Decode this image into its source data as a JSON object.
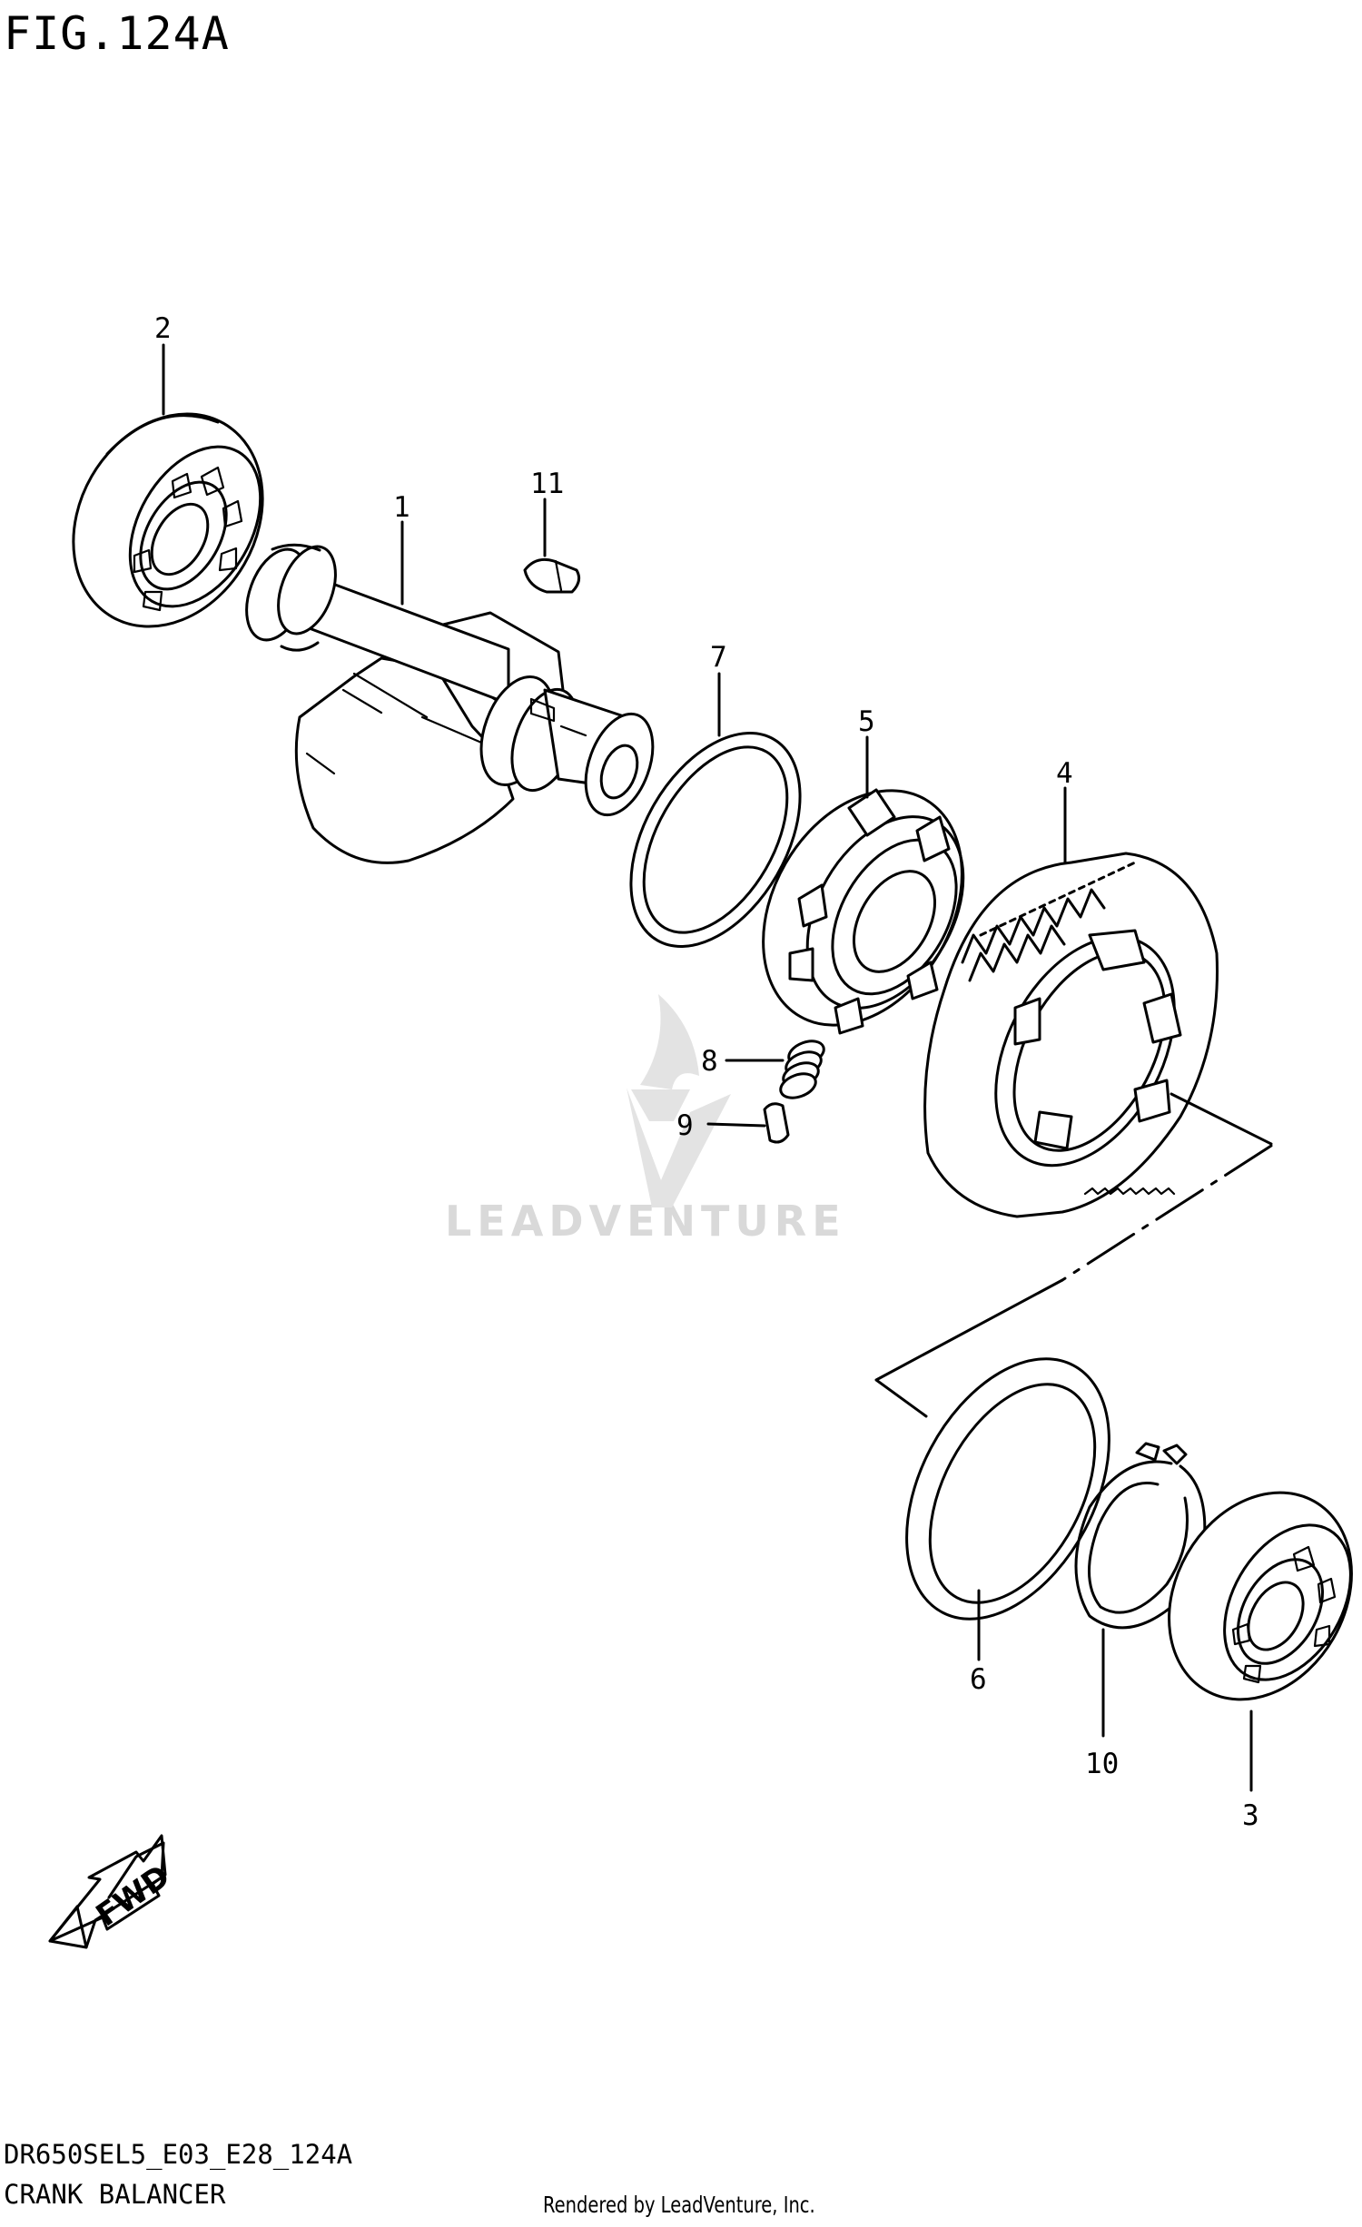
{
  "figure": {
    "title": "FIG.124A",
    "diagram_code": "DR650SEL5_E03_E28_124A",
    "section_name": "CRANK BALANCER",
    "credit": "Rendered by LeadVenture, Inc.",
    "watermark": "LEADVENTURE",
    "fwd_label": "FWD"
  },
  "callouts": [
    "1",
    "2",
    "3",
    "4",
    "5",
    "6",
    "7",
    "8",
    "9",
    "10",
    "11"
  ]
}
